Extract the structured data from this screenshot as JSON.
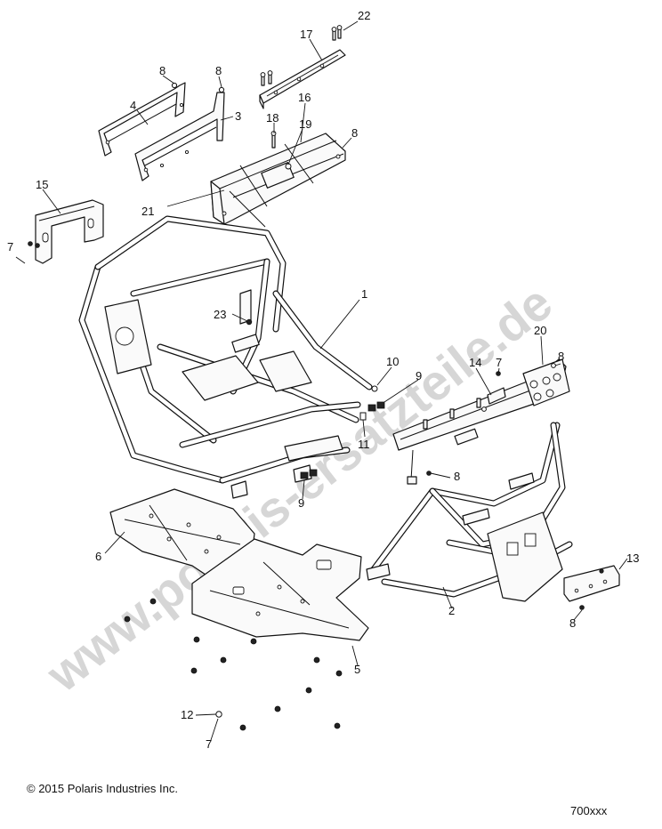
{
  "watermark": "www.polaris-ersatzteile.de",
  "copyright": "© 2015 Polaris Industries Inc.",
  "diagram_id": "700xxx",
  "callouts": [
    {
      "id": "c22",
      "label": "22"
    },
    {
      "id": "c17",
      "label": "17"
    },
    {
      "id": "c8a",
      "label": "8"
    },
    {
      "id": "c8b",
      "label": "8"
    },
    {
      "id": "c4",
      "label": "4"
    },
    {
      "id": "c3",
      "label": "3"
    },
    {
      "id": "c16",
      "label": "16"
    },
    {
      "id": "c18",
      "label": "18"
    },
    {
      "id": "c19",
      "label": "19"
    },
    {
      "id": "c8c",
      "label": "8"
    },
    {
      "id": "c15",
      "label": "15"
    },
    {
      "id": "c7a",
      "label": "7"
    },
    {
      "id": "c21",
      "label": "21"
    },
    {
      "id": "c1",
      "label": "1"
    },
    {
      "id": "c23",
      "label": "23"
    },
    {
      "id": "c20",
      "label": "20"
    },
    {
      "id": "c14",
      "label": "14"
    },
    {
      "id": "c7b",
      "label": "7"
    },
    {
      "id": "c8d",
      "label": "8"
    },
    {
      "id": "c10",
      "label": "10"
    },
    {
      "id": "c9a",
      "label": "9"
    },
    {
      "id": "c11",
      "label": "11"
    },
    {
      "id": "c8e",
      "label": "8"
    },
    {
      "id": "c9b",
      "label": "9"
    },
    {
      "id": "c6",
      "label": "6"
    },
    {
      "id": "c13",
      "label": "13"
    },
    {
      "id": "c2",
      "label": "2"
    },
    {
      "id": "c8f",
      "label": "8"
    },
    {
      "id": "c5",
      "label": "5"
    },
    {
      "id": "c12",
      "label": "12"
    },
    {
      "id": "c7c",
      "label": "7"
    }
  ]
}
